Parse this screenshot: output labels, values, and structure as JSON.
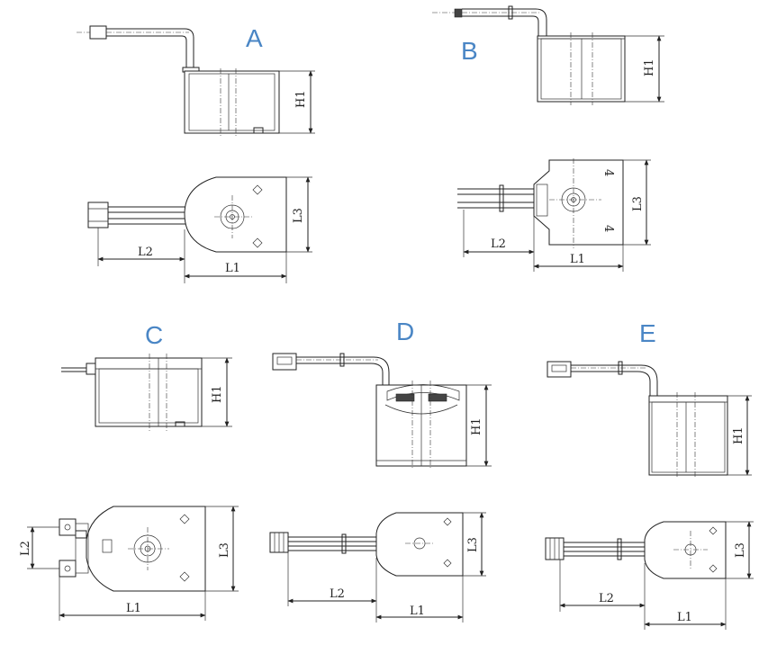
{
  "panels": [
    {
      "letter": "A",
      "labels": {
        "h1": "H1",
        "l1": "L1",
        "l2": "L2",
        "l3": "L3"
      }
    },
    {
      "letter": "B",
      "labels": {
        "h1": "H1",
        "l1": "L1",
        "l2": "L2",
        "l3": "L3"
      }
    },
    {
      "letter": "C",
      "labels": {
        "h1": "H1",
        "l1": "L1",
        "l2": "L2",
        "l3": "L3"
      }
    },
    {
      "letter": "D",
      "labels": {
        "h1": "H1",
        "l1": "L1",
        "l2": "L2",
        "l3": "L3"
      }
    },
    {
      "letter": "E",
      "labels": {
        "h1": "H1",
        "l1": "L1",
        "l2": "L2",
        "l3": "L3"
      }
    }
  ],
  "colors": {
    "panel_letter": "#4a86c5",
    "line": "#222222"
  }
}
